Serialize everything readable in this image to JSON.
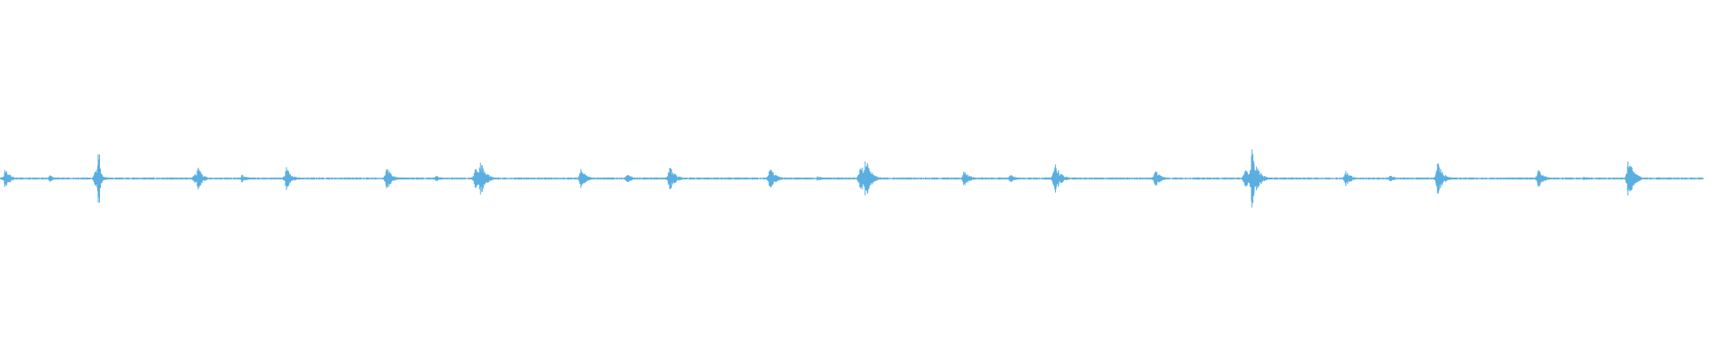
{
  "waveform": {
    "color": "#5aaee0",
    "background": "#ffffff",
    "baseline_amplitude": 0.008,
    "bursts": [
      {
        "t": 0.003,
        "amp": 0.12,
        "sharp": false
      },
      {
        "t": 0.029,
        "amp": 0.04,
        "sharp": false
      },
      {
        "t": 0.056,
        "amp": 0.12,
        "sharp": false
      },
      {
        "t": 0.058,
        "amp": 0.5,
        "sharp": true
      },
      {
        "t": 0.114,
        "amp": 0.06,
        "sharp": false
      },
      {
        "t": 0.116,
        "amp": 0.14,
        "sharp": false
      },
      {
        "t": 0.142,
        "amp": 0.05,
        "sharp": false
      },
      {
        "t": 0.168,
        "amp": 0.14,
        "sharp": false
      },
      {
        "t": 0.227,
        "amp": 0.14,
        "sharp": false
      },
      {
        "t": 0.256,
        "amp": 0.04,
        "sharp": false
      },
      {
        "t": 0.279,
        "amp": 0.14,
        "sharp": false
      },
      {
        "t": 0.282,
        "amp": 0.22,
        "sharp": false
      },
      {
        "t": 0.341,
        "amp": 0.12,
        "sharp": false
      },
      {
        "t": 0.368,
        "amp": 0.06,
        "sharp": false
      },
      {
        "t": 0.393,
        "amp": 0.16,
        "sharp": false
      },
      {
        "t": 0.452,
        "amp": 0.14,
        "sharp": false
      },
      {
        "t": 0.48,
        "amp": 0.03,
        "sharp": false
      },
      {
        "t": 0.505,
        "amp": 0.2,
        "sharp": false
      },
      {
        "t": 0.508,
        "amp": 0.26,
        "sharp": false
      },
      {
        "t": 0.566,
        "amp": 0.1,
        "sharp": false
      },
      {
        "t": 0.593,
        "amp": 0.05,
        "sharp": false
      },
      {
        "t": 0.619,
        "amp": 0.22,
        "sharp": false
      },
      {
        "t": 0.678,
        "amp": 0.12,
        "sharp": false
      },
      {
        "t": 0.735,
        "amp": 0.36,
        "sharp": false
      },
      {
        "t": 0.731,
        "amp": 0.14,
        "sharp": false
      },
      {
        "t": 0.79,
        "amp": 0.1,
        "sharp": false
      },
      {
        "t": 0.816,
        "amp": 0.04,
        "sharp": false
      },
      {
        "t": 0.844,
        "amp": 0.2,
        "sharp": false
      },
      {
        "t": 0.903,
        "amp": 0.12,
        "sharp": false
      },
      {
        "t": 0.93,
        "amp": 0.03,
        "sharp": false
      },
      {
        "t": 0.956,
        "amp": 0.26,
        "sharp": false
      }
    ]
  }
}
